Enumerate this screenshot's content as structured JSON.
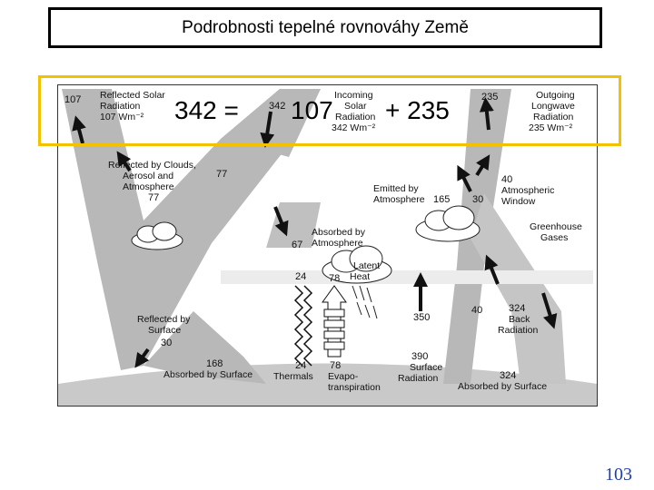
{
  "slide": {
    "title": "Podrobnosti tepelné rovnováhy Země",
    "page_number": "103"
  },
  "equation": {
    "part1": "342 =",
    "part2": "107",
    "part3": "+ 235"
  },
  "diagram": {
    "labels": {
      "reflected_solar": [
        "Reflected Solar",
        "Radiation",
        "107 Wm⁻²"
      ],
      "incoming_solar": [
        "Incoming",
        "Solar",
        "Radiation",
        "342 Wm⁻²"
      ],
      "outgoing_longwave": [
        "Outgoing",
        "Longwave",
        "Radiation",
        "235 Wm⁻²"
      ],
      "reflected_clouds": [
        "Reflected by Clouds,",
        "Aerosol and",
        "Atmosphere"
      ],
      "emitted_atmosphere": [
        "Emitted by",
        "Atmosphere"
      ],
      "atmospheric_window": [
        "Atmospheric",
        "Window"
      ],
      "greenhouse_gases": [
        "Greenhouse",
        "Gases"
      ],
      "absorbed_atmosphere": [
        "Absorbed by",
        "Atmosphere"
      ],
      "latent_heat": [
        "Latent",
        "Heat"
      ],
      "back_radiation": [
        "Back",
        "Radiation"
      ],
      "reflected_surface": [
        "Reflected by",
        "Surface"
      ],
      "absorbed_surface_left": "Absorbed by Surface",
      "absorbed_surface_right": "Absorbed by Surface",
      "thermals": "Thermals",
      "evapotranspiration": [
        "Evapo-",
        "transpiration"
      ],
      "surface_radiation": [
        "Surface",
        "Radiation"
      ]
    },
    "values": {
      "reflected_top": "107",
      "incoming_top": "342",
      "outgoing_top": "235",
      "clouds_77a": "77",
      "clouds_77b": "77",
      "emitted_165": "165",
      "emitted_30": "30",
      "window_40": "40",
      "absorbed_67": "67",
      "thermals_24a": "24",
      "latent_78a": "78",
      "surface_350": "350",
      "window_40b": "40",
      "back_324": "324",
      "reflected_30": "30",
      "absorbed_168": "168",
      "thermals_24b": "24",
      "evapo_78b": "78",
      "surface_390": "390",
      "absorbed_324": "324"
    }
  }
}
